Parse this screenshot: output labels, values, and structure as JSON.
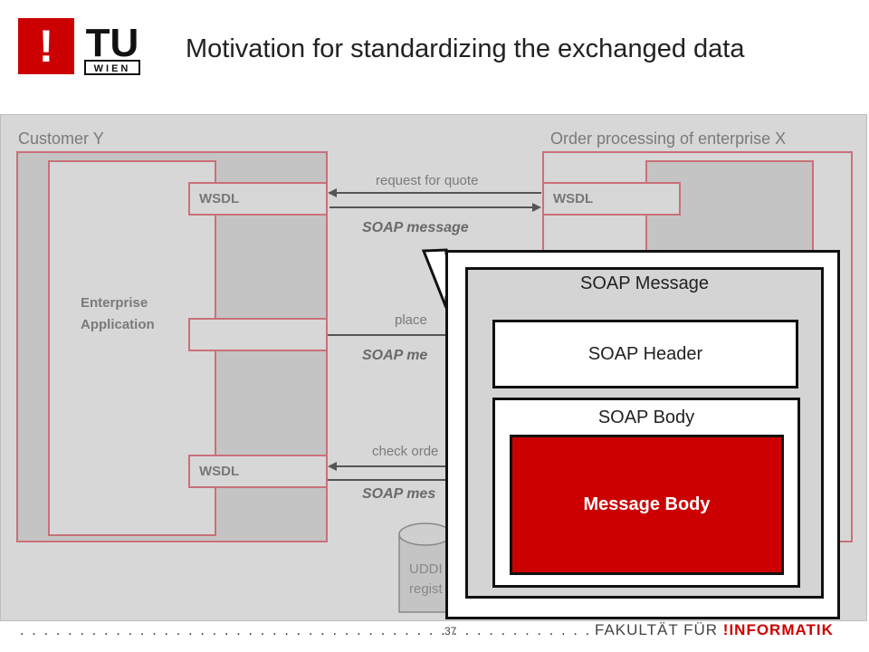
{
  "header": {
    "logo_mark": "!",
    "logo_tu": "TU",
    "logo_wien": "WIEN",
    "title": "Motivation for standardizing the exchanged data"
  },
  "diagram": {
    "customer_label": "Customer Y",
    "enterprise_label": "Order processing of enterprise X",
    "app_label_line1": "Enterprise",
    "app_label_line2": "Application",
    "wsdl_label": "WSDL",
    "messages": [
      {
        "text": "request for quote",
        "soap": "SOAP message"
      },
      {
        "text": "place",
        "soap": "SOAP me"
      },
      {
        "text": "check orde",
        "soap": "SOAP mes"
      }
    ],
    "uddi_line1": "UDDI",
    "uddi_line2": "regist",
    "colors": {
      "accent": "#cc0000",
      "panel": "#d7d7d7",
      "box_border": "#c9707a"
    }
  },
  "popup": {
    "soap_message": "SOAP Message",
    "soap_header": "SOAP Header",
    "soap_body": "SOAP Body",
    "message_body": "Message Body"
  },
  "footer": {
    "page_number": "37",
    "faculty_prefix": "FAKULTÄT  FÜR  ",
    "faculty_highlight": "!INFORMATIK"
  }
}
